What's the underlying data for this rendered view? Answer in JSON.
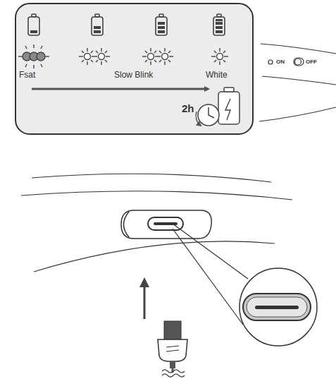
{
  "diagram": {
    "labels": [
      "Fsat",
      "Slow Blink",
      "White",
      "2h",
      "ON",
      "OFF"
    ]
  }
}
